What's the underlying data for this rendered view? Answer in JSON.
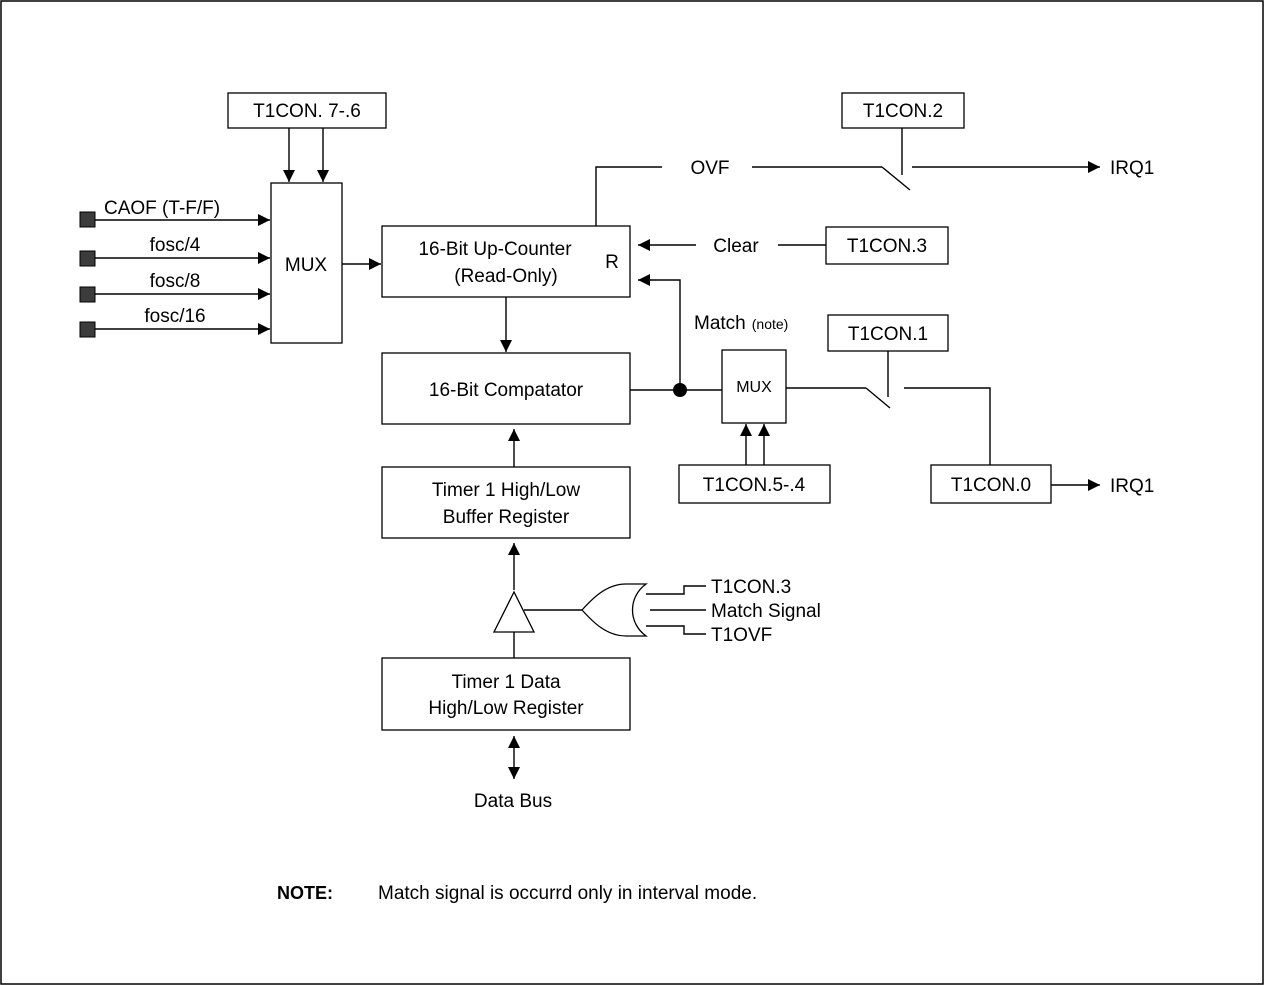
{
  "labels": {
    "t1con_76": "T1CON. 7-.6",
    "t1con_2": "T1CON.2",
    "ovf": "OVF",
    "irq1_top": "IRQ1",
    "caof": "CAOF (T-F/F)",
    "fosc4": "fosc/4",
    "fosc8": "fosc/8",
    "fosc16": "fosc/16",
    "mux_left": "MUX",
    "counter_line1": "16-Bit Up-Counter",
    "counter_line2": "(Read-Only)",
    "counter_reset": "R",
    "clear": "Clear",
    "t1con_3": "T1CON.3",
    "match": "Match",
    "match_note": "(note)",
    "t1con_1": "T1CON.1",
    "comparator": "16-Bit Compatator",
    "mux_right": "MUX",
    "t1con_54": "T1CON.5-.4",
    "t1con_0": "T1CON.0",
    "irq1_bottom": "IRQ1",
    "buffer_line1": "Timer 1 High/Low",
    "buffer_line2": "Buffer Register",
    "or_in1": "T1CON.3",
    "or_in2": "Match Signal",
    "or_in3": "T1OVF",
    "data_line1": "Timer 1 Data",
    "data_line2": "High/Low Register",
    "data_bus": "Data Bus"
  },
  "note": {
    "label": "NOTE:",
    "text": "Match signal is occurrd only in interval mode."
  }
}
